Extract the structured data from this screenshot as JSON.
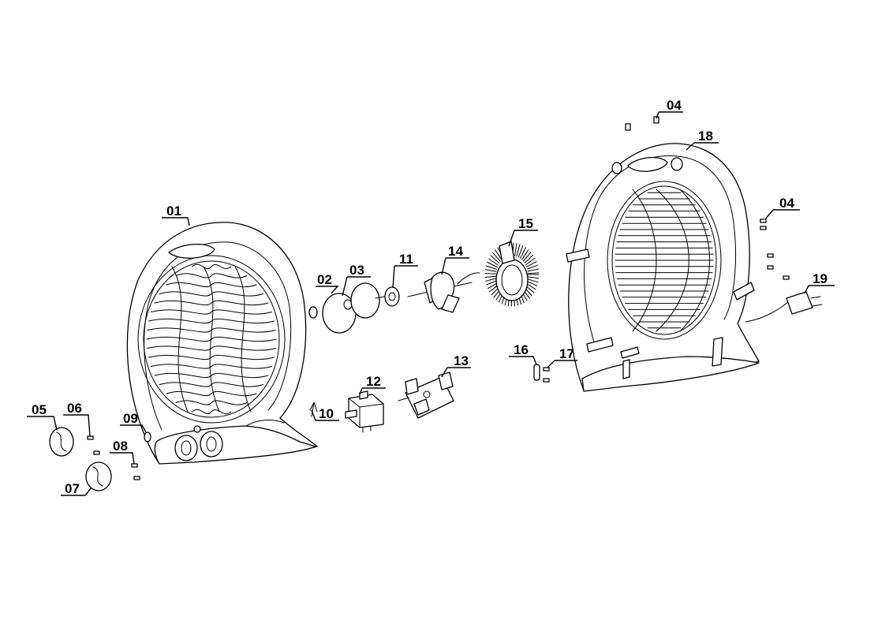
{
  "parts": [
    {
      "id": "p01",
      "number": "01"
    },
    {
      "id": "p02",
      "number": "02"
    },
    {
      "id": "p03",
      "number": "03"
    },
    {
      "id": "p04a",
      "number": "04"
    },
    {
      "id": "p04b",
      "number": "04"
    },
    {
      "id": "p05",
      "number": "05"
    },
    {
      "id": "p06",
      "number": "06"
    },
    {
      "id": "p07",
      "number": "07"
    },
    {
      "id": "p08",
      "number": "08"
    },
    {
      "id": "p09",
      "number": "09"
    },
    {
      "id": "p10",
      "number": "10"
    },
    {
      "id": "p11",
      "number": "11"
    },
    {
      "id": "p12",
      "number": "12"
    },
    {
      "id": "p13",
      "number": "13"
    },
    {
      "id": "p14",
      "number": "14"
    },
    {
      "id": "p15",
      "number": "15"
    },
    {
      "id": "p16",
      "number": "16"
    },
    {
      "id": "p17",
      "number": "17"
    },
    {
      "id": "p18",
      "number": "18"
    },
    {
      "id": "p19",
      "number": "19"
    }
  ]
}
